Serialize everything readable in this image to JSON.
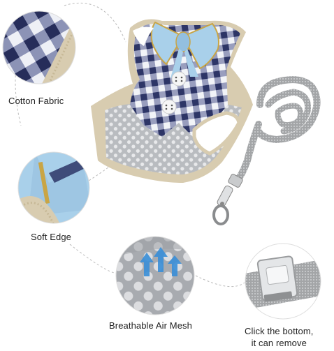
{
  "features": {
    "cotton_fabric": "Cotton Fabric",
    "soft_edge": "Soft Edge",
    "air_mesh": "Breathable Air Mesh",
    "click_line1": "Click the bottom,",
    "click_line2": "it can remove"
  },
  "colors": {
    "navy": "#2d3566",
    "light_blue": "#a9d0ea",
    "beige_trim": "#d8ccb0",
    "mesh_gray": "#c9ccd0",
    "leash_gray": "#9a9c9e",
    "arrow_blue": "#3a8fd8"
  }
}
